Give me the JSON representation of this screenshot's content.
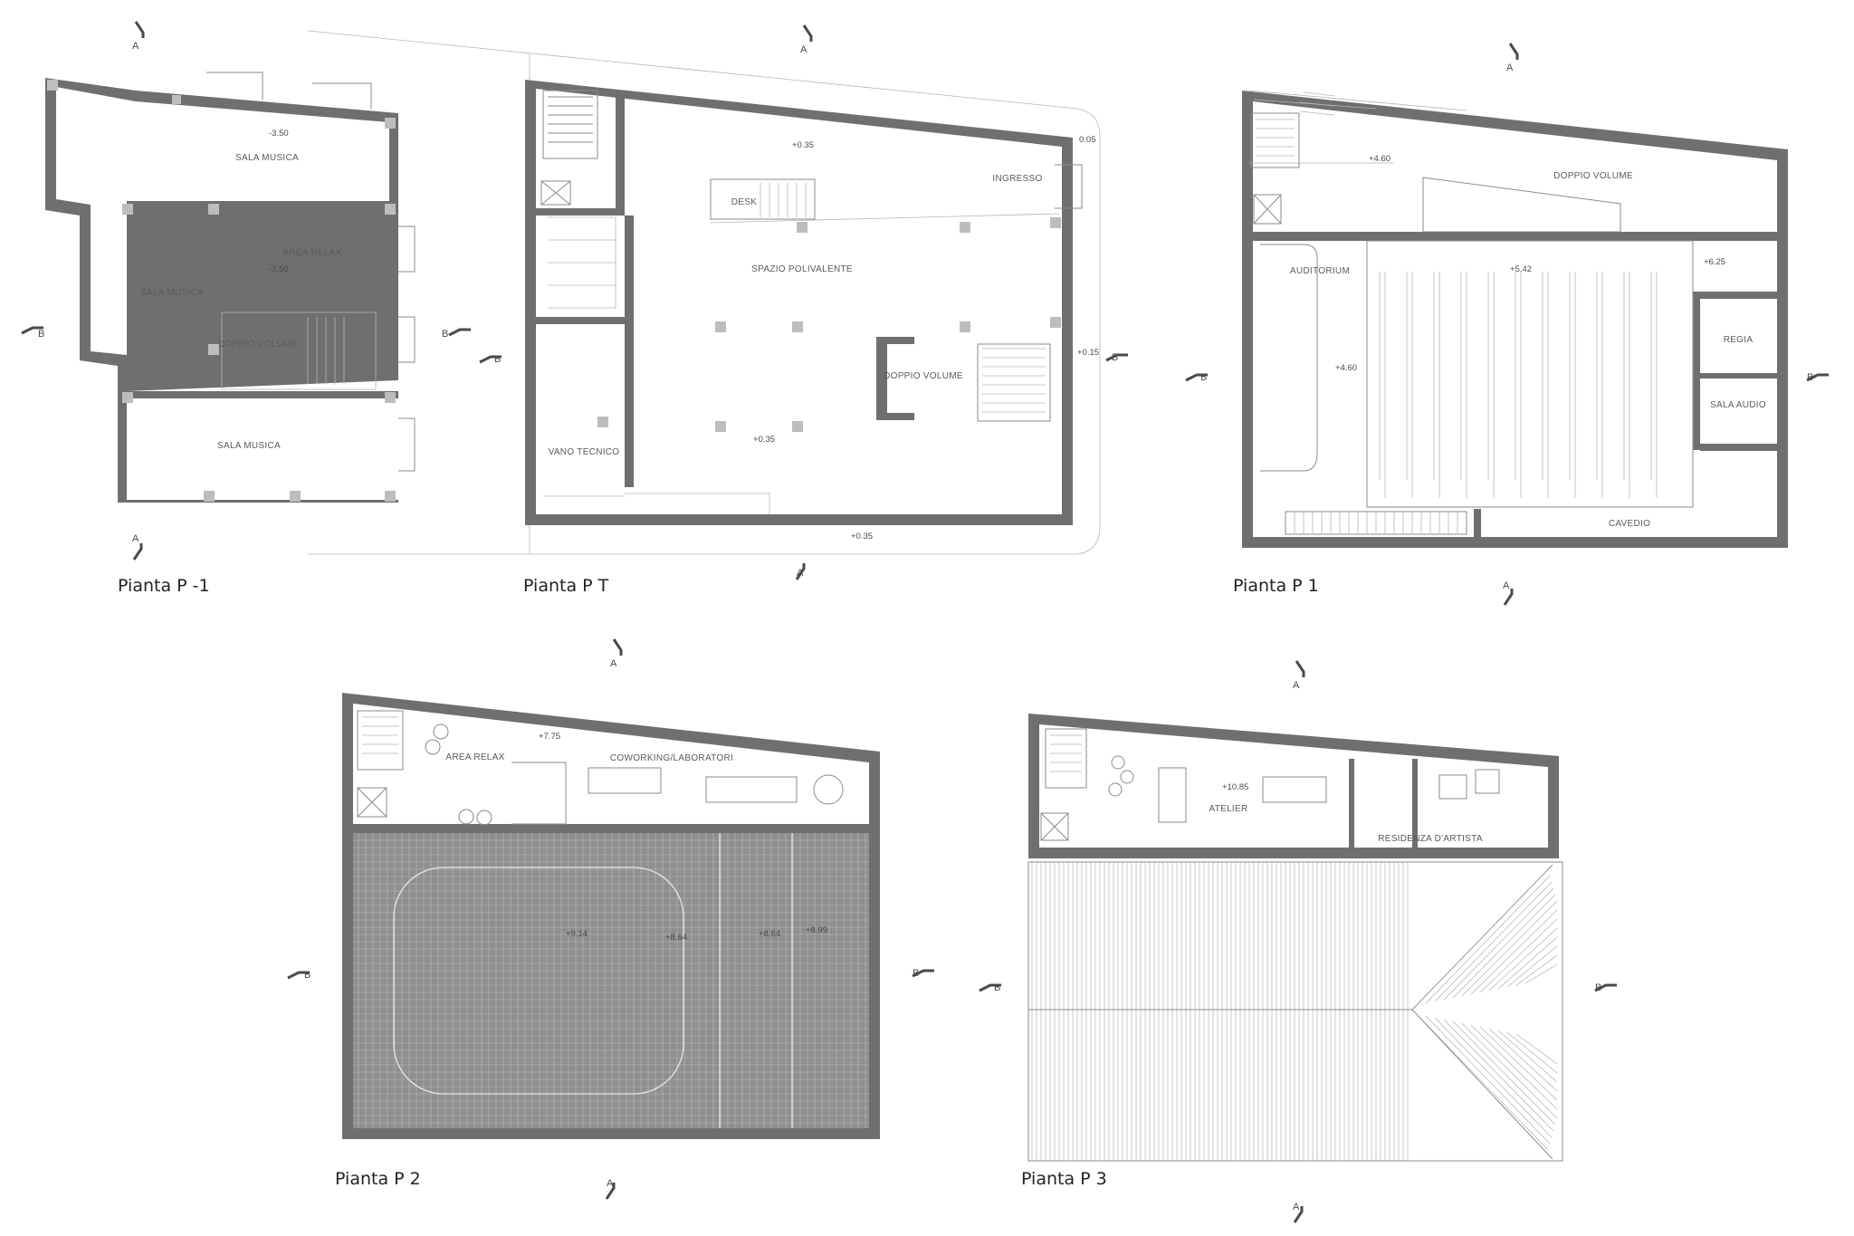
{
  "plans": [
    {
      "caption": "Pianta P -1",
      "rooms": [
        "SALA MUSICA",
        "AREA RELAX",
        "SALA MUSICA",
        "DOPPIO VOLUME",
        "SALA MUSICA"
      ],
      "levels": [
        "-3.50",
        "-3.50"
      ]
    },
    {
      "caption": "Pianta P T",
      "rooms": [
        "INGRESSO",
        "DESK",
        "SPAZIO POLIVALENTE",
        "DOPPIO VOLUME",
        "VANO TECNICO"
      ],
      "levels": [
        "+0.35",
        "0.05",
        "+0.15",
        "+0.35",
        "+0.35"
      ]
    },
    {
      "caption": "Pianta P 1",
      "rooms": [
        "DOPPIO VOLUME",
        "AUDITORIUM",
        "REGIA",
        "SALA AUDIO",
        "CAVEDIO"
      ],
      "levels": [
        "+4.60",
        "+5.42",
        "+6.25",
        "+4.60"
      ]
    },
    {
      "caption": "Pianta P 2",
      "rooms": [
        "AREA RELAX",
        "COWORKING/LABORATORI"
      ],
      "levels": [
        "+7.75",
        "+9.14",
        "+8.64",
        "+8.64",
        "+8.99"
      ]
    },
    {
      "caption": "Pianta P 3",
      "rooms": [
        "ATELIER",
        "RESIDENZA D'ARTISTA"
      ],
      "levels": [
        "+10.85"
      ]
    }
  ],
  "section_marks": {
    "a": "A",
    "b": "B"
  },
  "colors": {
    "wall": "#6f6f6f",
    "pillar": "#bdbdbd",
    "line": "#8a8a8a",
    "caption": "#222222"
  }
}
